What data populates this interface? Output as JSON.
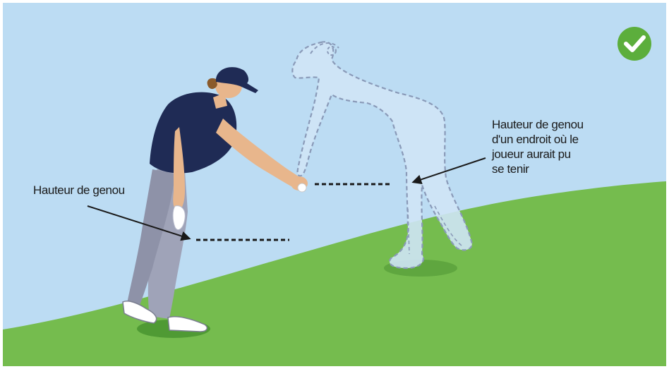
{
  "illustration": {
    "colors": {
      "sky": "#bcdcf3",
      "grass": "#75bc4e",
      "shirt": "#1f2b55",
      "trousers": "#9fa3b8",
      "skin": "#e8b68c",
      "ghost_fill": "#cfe4f6",
      "ghost_outline": "#8a9ab8",
      "check_badge": "#5cae3c"
    },
    "icons": [
      "checkmark-icon",
      "golf-ball-icon"
    ],
    "labels": {
      "left": "Hauteur de genou",
      "right_lines": [
        "Hauteur de genou",
        "d'un endroit où le",
        "joueur aurait pu",
        "se tenir"
      ]
    }
  }
}
